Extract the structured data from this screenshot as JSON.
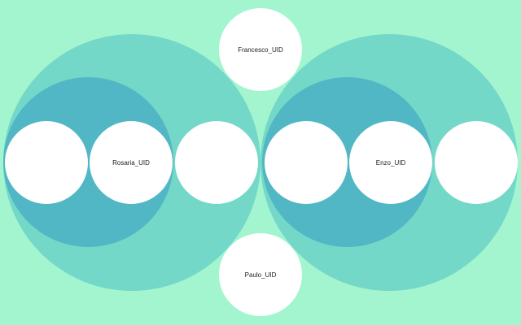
{
  "colors": {
    "background": "#a3f5cf",
    "outer_group": "#74d8c8",
    "inner_group": "#52b7c5",
    "node": "#ffffff",
    "text": "#1e1e1e"
  },
  "nodes": {
    "top": {
      "label": "Francesco_UID"
    },
    "bottom": {
      "label": "Paulo_UID"
    },
    "left_group": {
      "left": {
        "label": ""
      },
      "center": {
        "label": "Rosaria_UID"
      },
      "right": {
        "label": ""
      }
    },
    "right_group": {
      "left": {
        "label": ""
      },
      "center": {
        "label": "Enzo_UID"
      },
      "right": {
        "label": ""
      }
    }
  }
}
